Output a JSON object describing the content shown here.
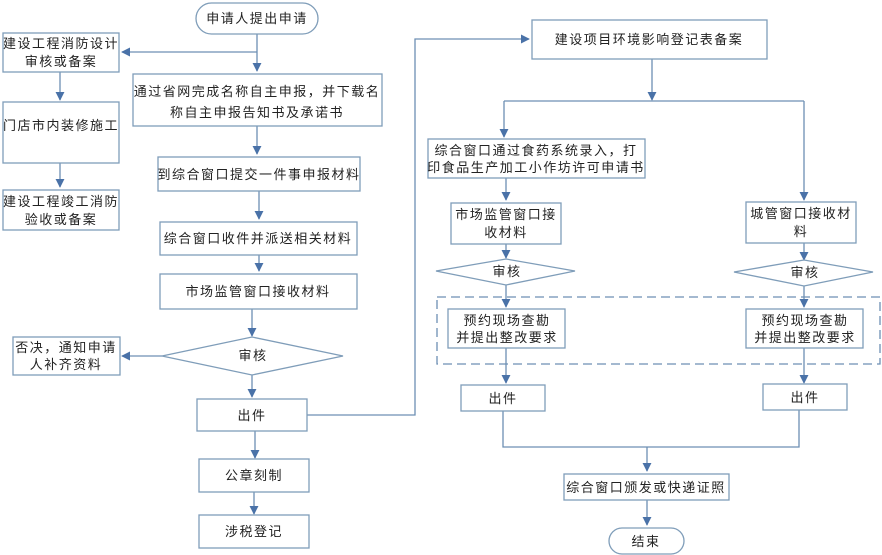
{
  "diagram": {
    "type": "flowchart",
    "colors": {
      "box_border": "#7f9db9",
      "connector": "#6d8fb3",
      "arrowhead": "#4a72a8",
      "text": "#222222",
      "background": "#ffffff"
    },
    "nodes": {
      "start": {
        "lines": [
          "申请人提出申请"
        ],
        "shape": "terminator"
      },
      "fire_design": {
        "lines": [
          "建设工程消防设计",
          "审核或备案"
        ],
        "shape": "process"
      },
      "renovation": {
        "lines": [
          "门店市内装修施工"
        ],
        "shape": "process"
      },
      "fire_completion": {
        "lines": [
          "建设工程竣工消防",
          "验收或备案"
        ],
        "shape": "process"
      },
      "name_declare": {
        "lines": [
          "通过省网完成名称自主申报，并下载名",
          "称自主申报告知书及承诺书"
        ],
        "shape": "process"
      },
      "submit_materials": {
        "lines": [
          "到综合窗口提交一件事申报材料"
        ],
        "shape": "process"
      },
      "receive_dispatch": {
        "lines": [
          "综合窗口收件并派送相关材料"
        ],
        "shape": "process"
      },
      "market_receive_left": {
        "lines": [
          "市场监管窗口接收材料"
        ],
        "shape": "process"
      },
      "review_left": {
        "lines": [
          "审核"
        ],
        "shape": "decision"
      },
      "reject": {
        "lines": [
          "否决，通知申请",
          "人补齐资料"
        ],
        "shape": "process"
      },
      "issue_left": {
        "lines": [
          "出件"
        ],
        "shape": "process"
      },
      "seal": {
        "lines": [
          "公章刻制"
        ],
        "shape": "process"
      },
      "tax": {
        "lines": [
          "涉税登记"
        ],
        "shape": "process"
      },
      "env_filing": {
        "lines": [
          "建设项目环境影响登记表备案"
        ],
        "shape": "process"
      },
      "food_system": {
        "lines": [
          "综合窗口通过食药系统录入，打",
          "印食品生产加工小作坊许可申请书"
        ],
        "shape": "process"
      },
      "market_receive_right": {
        "lines": [
          "市场监管窗口接",
          "收材料"
        ],
        "shape": "process"
      },
      "urban_receive": {
        "lines": [
          "城管窗口接收材",
          "料"
        ],
        "shape": "process"
      },
      "review_market": {
        "lines": [
          "审核"
        ],
        "shape": "decision"
      },
      "review_urban": {
        "lines": [
          "审核"
        ],
        "shape": "decision"
      },
      "inspect_market": {
        "lines": [
          "预约现场查勘",
          "并提出整改要求"
        ],
        "shape": "process"
      },
      "inspect_urban": {
        "lines": [
          "预约现场查勘",
          "并提出整改要求"
        ],
        "shape": "process"
      },
      "issue_market": {
        "lines": [
          "出件"
        ],
        "shape": "process"
      },
      "issue_urban": {
        "lines": [
          "出件"
        ],
        "shape": "process"
      },
      "certificate": {
        "lines": [
          "综合窗口颁发或快递证照"
        ],
        "shape": "process"
      },
      "end": {
        "lines": [
          "结束"
        ],
        "shape": "terminator"
      }
    },
    "edges": [
      [
        "start",
        "fire_design"
      ],
      [
        "start",
        "name_declare"
      ],
      [
        "fire_design",
        "renovation"
      ],
      [
        "renovation",
        "fire_completion"
      ],
      [
        "name_declare",
        "submit_materials"
      ],
      [
        "submit_materials",
        "receive_dispatch"
      ],
      [
        "receive_dispatch",
        "market_receive_left"
      ],
      [
        "market_receive_left",
        "review_left"
      ],
      [
        "review_left",
        "reject"
      ],
      [
        "review_left",
        "issue_left"
      ],
      [
        "issue_left",
        "seal"
      ],
      [
        "seal",
        "tax"
      ],
      [
        "issue_left",
        "env_filing"
      ],
      [
        "env_filing",
        "food_system"
      ],
      [
        "env_filing",
        "urban_receive"
      ],
      [
        "food_system",
        "market_receive_right"
      ],
      [
        "market_receive_right",
        "review_market"
      ],
      [
        "review_market",
        "inspect_market"
      ],
      [
        "inspect_market",
        "issue_market"
      ],
      [
        "urban_receive",
        "review_urban"
      ],
      [
        "review_urban",
        "inspect_urban"
      ],
      [
        "inspect_urban",
        "issue_urban"
      ],
      [
        "issue_market",
        "certificate"
      ],
      [
        "issue_urban",
        "certificate"
      ],
      [
        "certificate",
        "end"
      ]
    ]
  }
}
